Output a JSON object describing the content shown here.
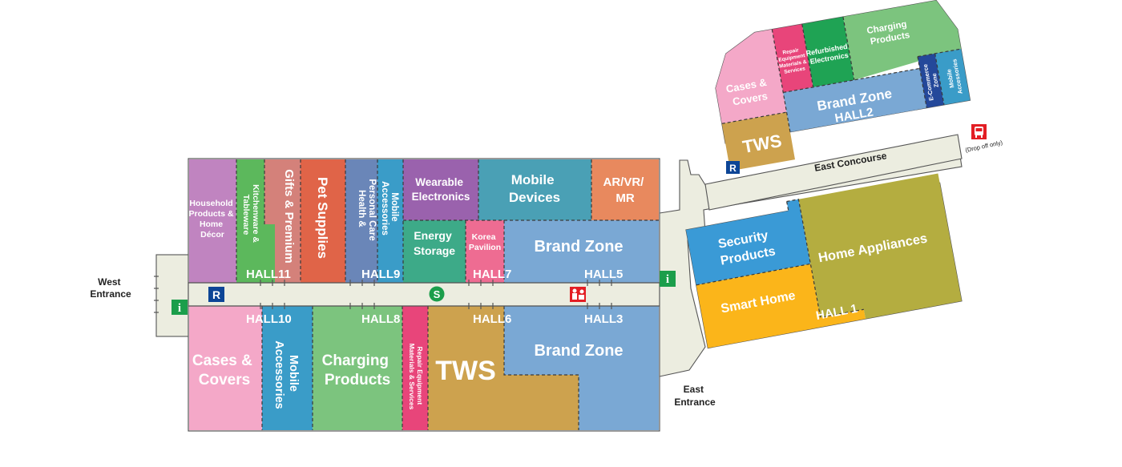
{
  "entrances": {
    "west": "West\nEntrance",
    "west_line1": "West",
    "west_line2": "Entrance",
    "east_line1": "East",
    "east_line2": "Entrance"
  },
  "concourse": {
    "east": "East Concourse"
  },
  "drop_off": "(Drop off only)",
  "icons": {
    "info": "i",
    "registration": "R",
    "shuttle": "S"
  },
  "colors": {
    "corridor": "#ecede0",
    "household": "#c084c0",
    "kitchenware": "#5cb85c",
    "gifts": "#d4817a",
    "pet": "#e06448",
    "health": "#6a86b8",
    "mobile_acc": "#3a9cc8",
    "wearable": "#9a62ad",
    "mobile_dev": "#4aa0b5",
    "arvr": "#e8895e",
    "energy": "#3daa88",
    "korea": "#ee6c92",
    "brand": "#7aa8d4",
    "cases": "#f4a8c8",
    "charging": "#7cc47e",
    "repair": "#e8457a",
    "tws": "#cda24e",
    "refurb": "#1fa354",
    "ecommerce": "#24489a",
    "security": "#3a9ad6",
    "smart_home": "#fbb51a",
    "home_app": "#b4ad40",
    "info_green": "#1b9e4b",
    "reg_blue": "#0d4596",
    "bus_red": "#e31e24"
  },
  "halls": {
    "h1": "HALL 1",
    "h2": "HALL2",
    "h3": "HALL3",
    "h5": "HALL5",
    "h6": "HALL6",
    "h7": "HALL7",
    "h8": "HALL8",
    "h9": "HALL9",
    "h10": "HALL10",
    "h11": "HALL11"
  },
  "zones_north": {
    "household": [
      "Household",
      "Products &",
      "Home",
      "Décor"
    ],
    "kitchenware": [
      "Kitchenware &",
      "Tableware"
    ],
    "gifts": "Gifts & Premium",
    "pet": "Pet Supplies",
    "health": [
      "Health &",
      "Personal Care"
    ],
    "mobile_acc": [
      "Mobile",
      "Accessories"
    ],
    "wearable": [
      "Wearable",
      "Electronics"
    ],
    "mobile_dev": [
      "Mobile",
      "Devices"
    ],
    "arvr": [
      "AR/VR/",
      "MR"
    ],
    "energy": [
      "Energy",
      "Storage"
    ],
    "korea": [
      "Korea",
      "Pavilion"
    ],
    "brand": "Brand Zone"
  },
  "zones_south": {
    "cases": [
      "Cases &",
      "Covers"
    ],
    "mobile_acc": [
      "Mobile",
      "Accessories"
    ],
    "charging": [
      "Charging",
      "Products"
    ],
    "repair": [
      "Repair Equipment",
      "Materials & Services"
    ],
    "tws": "TWS",
    "brand": "Brand Zone"
  },
  "zones_east_hall2": {
    "cases": [
      "Cases &",
      "Covers"
    ],
    "repair": [
      "Repair",
      "Equipment",
      "Materials &",
      "Services"
    ],
    "refurb": [
      "Refurbished",
      "Electronics"
    ],
    "charging": [
      "Charging",
      "Products"
    ],
    "tws": "TWS",
    "brand": "Brand Zone",
    "ecommerce": [
      "E-Commerce",
      "Zone"
    ],
    "mobile_acc": [
      "Mobile",
      "Accessories"
    ]
  },
  "zones_east_hall1": {
    "security": [
      "Security",
      "Products"
    ],
    "home_app": "Home Appliances",
    "smart_home": "Smart Home"
  }
}
